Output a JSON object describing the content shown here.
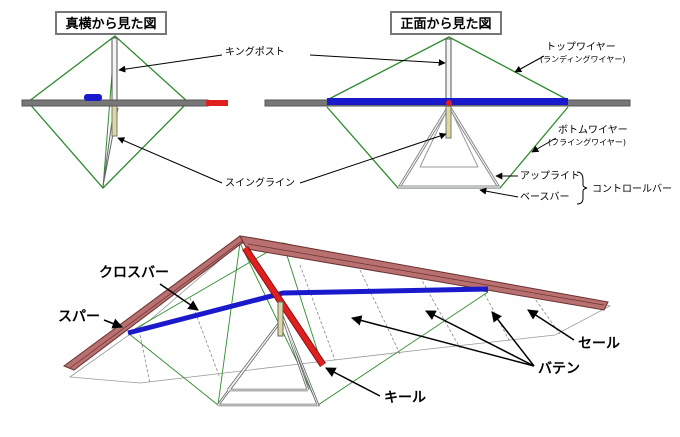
{
  "side_view": {
    "title": "真横から見た図"
  },
  "front_view": {
    "title": "正面から見た図"
  },
  "labels": {
    "kingpost": "キングポスト",
    "top_wire": "トップワイヤー",
    "top_wire_sub": "(ランディングワイヤー)",
    "bottom_wire": "ボトムワイヤー",
    "bottom_wire_sub": "(フライングワイヤー)",
    "swing_line": "スイングライン",
    "upright": "アップライト",
    "base_bar": "ベースバー",
    "control_bar": "コントロールバー",
    "cross_bar": "クロスバー",
    "spar": "スパー",
    "sail": "セール",
    "batten": "バテン",
    "keel": "キール"
  },
  "colors": {
    "wire": "#2e8b2e",
    "keel_red": "#e02020",
    "crossbar_blue": "#1a1acc",
    "spar_gray": "#7a7a7a",
    "sail_brown": "#b87070"
  }
}
